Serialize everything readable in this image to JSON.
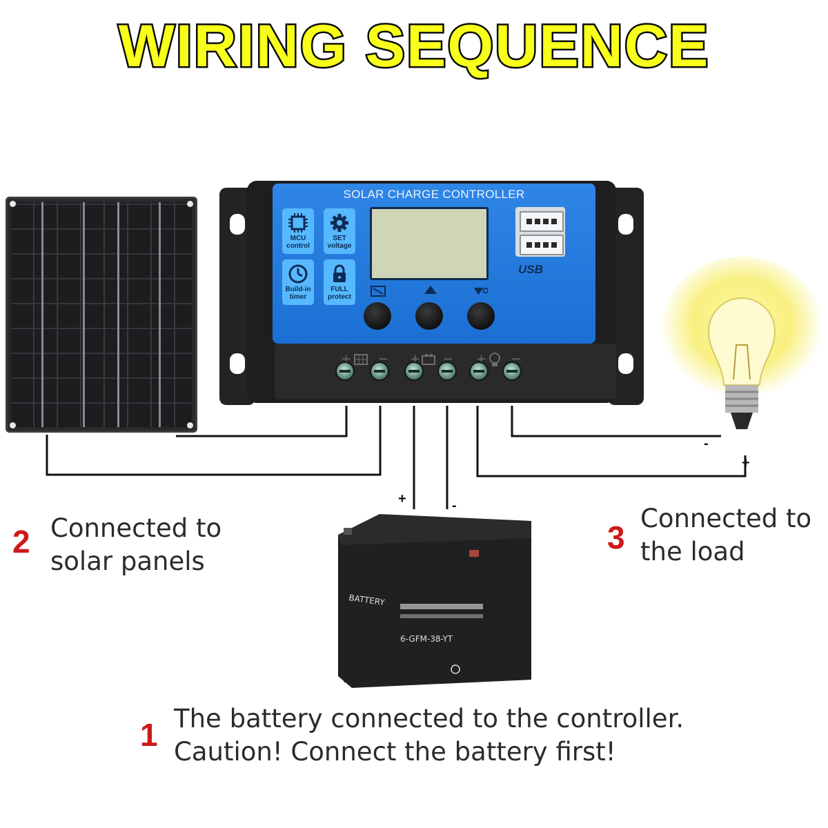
{
  "title": "WIRING SEQUENCE",
  "controller": {
    "label": "SOLAR CHARGE CONTROLLER",
    "features": [
      {
        "icon": "chip-icon",
        "label": "MCU control"
      },
      {
        "icon": "gear-icon",
        "label": "SET voltage"
      },
      {
        "icon": "clock-icon",
        "label": "Build-in timer"
      },
      {
        "icon": "lock-icon",
        "label": "FULL protect"
      }
    ],
    "usb_label": "USB",
    "terminal_signs": [
      "+",
      "−",
      "+",
      "−",
      "+",
      "−"
    ]
  },
  "battery": {
    "brand": "BATTERY",
    "model": "6-GFM-38-YT",
    "positive": "+",
    "negative": "-"
  },
  "load": {
    "negative": "-",
    "positive": "+"
  },
  "steps": [
    {
      "number": "1",
      "line1": "The battery connected to the controller.",
      "line2": "Caution! Connect the battery first!"
    },
    {
      "number": "2",
      "line1": "Connected to",
      "line2": "solar panels"
    },
    {
      "number": "3",
      "line1": "Connected to",
      "line2": "the load"
    }
  ],
  "colors": {
    "title_fill": "#f7ff1a",
    "title_stroke": "#0b0b0b",
    "controller_face": "#1f78dc",
    "step_number": "#d01818"
  }
}
